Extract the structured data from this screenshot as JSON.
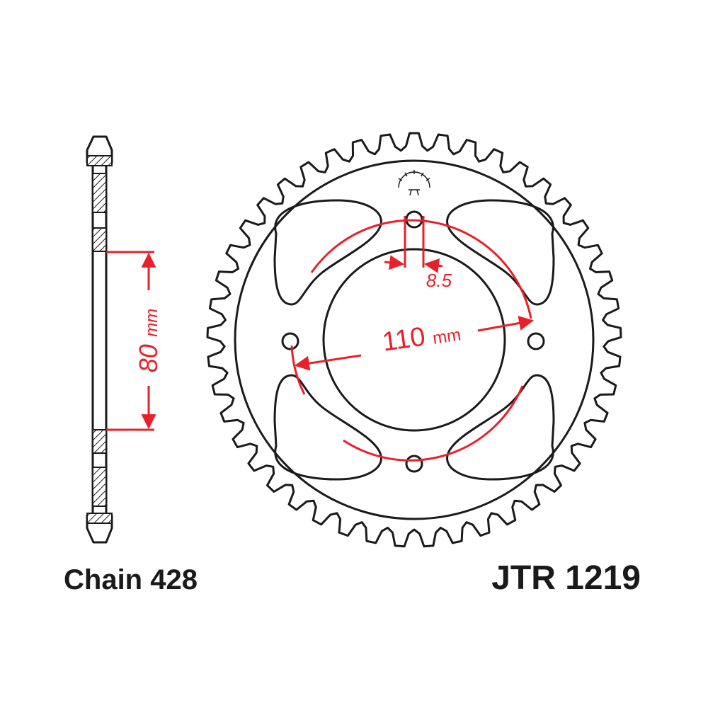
{
  "chain_label": "Chain 428",
  "part_number": "JTR 1219",
  "dimensions": {
    "thickness_value": "80",
    "thickness_unit": "mm",
    "bolt_circle_value": "110",
    "bolt_circle_unit": "mm",
    "bolt_hole_value": "8.5"
  },
  "sprocket": {
    "teeth": 45,
    "bolt_holes": 4,
    "lightening_slots": 4
  },
  "colors": {
    "outline": "#1a1a1a",
    "dimension": "#e8202a",
    "background": "#ffffff"
  },
  "icons": {
    "brand_mark": "jt-sprocket-logo-icon"
  }
}
